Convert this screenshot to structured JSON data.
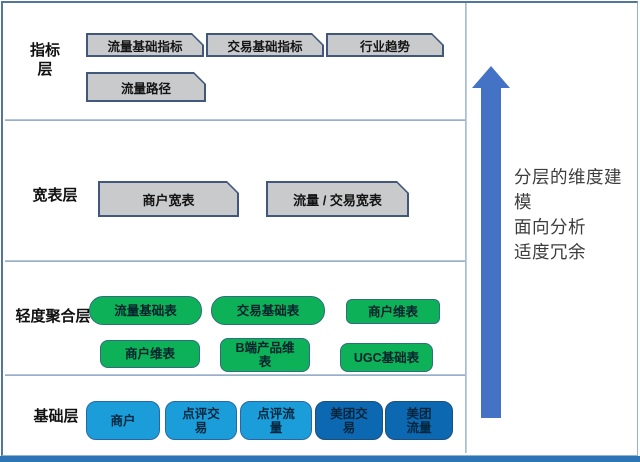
{
  "layers": {
    "indicator": {
      "label": "指标层",
      "boxes": {
        "traffic_basic_metrics": "流量基础指标",
        "trade_basic_metrics": "交易基础指标",
        "industry_trend": "行业趋势",
        "traffic_path": "流量路径"
      }
    },
    "wide": {
      "label": "宽表层",
      "boxes": {
        "merchant_wide": "商户宽表",
        "traffic_trade_wide": "流量 / 交易宽表"
      }
    },
    "light_agg": {
      "label": "轻度聚合层",
      "boxes": {
        "traffic_base": "流量基础表",
        "trade_base": "交易基础表",
        "merchant_dim_a": "商户维表",
        "merchant_dim_b": "商户维表",
        "b_side_product_dim": "B端产品维\n表",
        "ugc_base": "UGC基础表"
      }
    },
    "base": {
      "label": "基础层",
      "boxes": {
        "merchant": "商户",
        "dianping_trade": "点评交\n易",
        "dianping_traffic": "点评流\n量",
        "meituan_trade": "美团交\n易",
        "meituan_traffic": "美团\n流量"
      }
    }
  },
  "annotation": {
    "line1": "分层的维度建模",
    "line2": "面向分析",
    "line3": "适度冗余"
  },
  "icons": {
    "up_arrow": "upward-arrow"
  },
  "colors": {
    "gray_node_fill": "#c9cacc",
    "gray_node_border": "#41587c",
    "green_node_fill": "#0db157",
    "light_blue_node_fill": "#1b9dd9",
    "dark_blue_node_fill": "#0d68b2",
    "arrow_blue": "#4472c4",
    "frame_border": "#54759c",
    "bottom_band": "#2e75b5"
  }
}
